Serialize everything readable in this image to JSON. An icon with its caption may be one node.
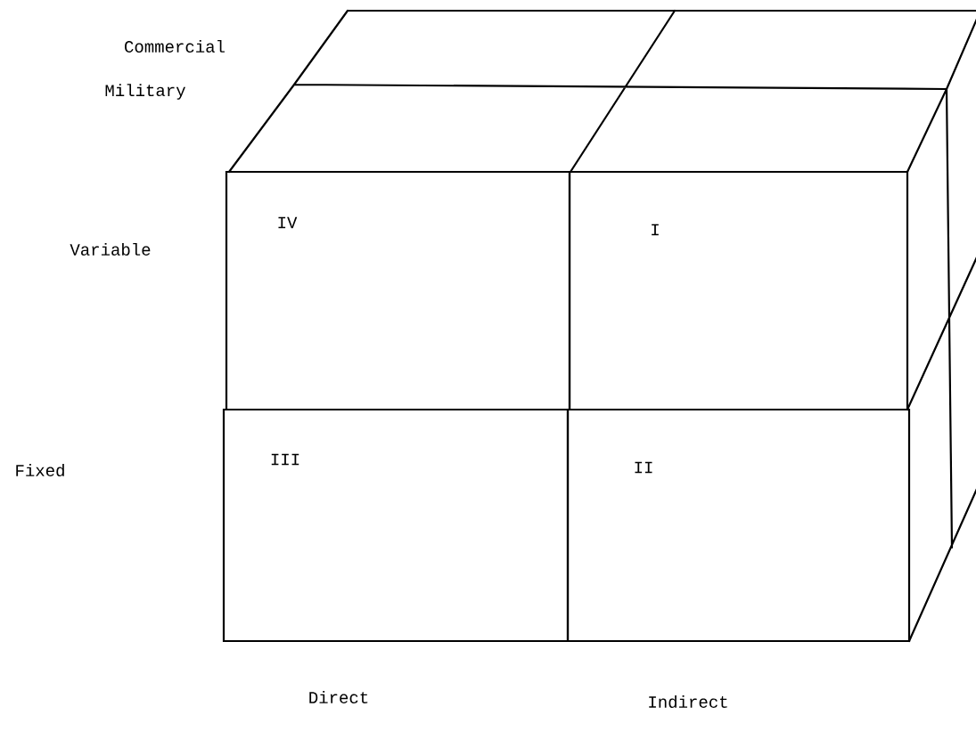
{
  "diagram": {
    "nodes": [
      {
        "text": [
          "IV"
        ]
      },
      {
        "text": [
          "I"
        ]
      },
      {
        "text": [
          "III"
        ]
      },
      {
        "text": [
          "II"
        ]
      }
    ],
    "labels": [
      "Commercial",
      "Military",
      "Variable",
      "Fixed",
      "Direct",
      "Indirect"
    ]
  }
}
